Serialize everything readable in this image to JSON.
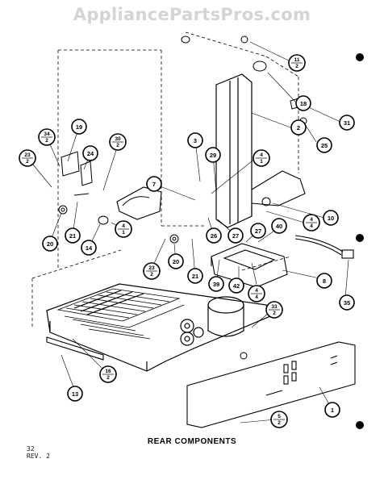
{
  "watermark": "AppliancePartsPros.com",
  "caption": "REAR COMPONENTS",
  "page_number": "32",
  "revision": "REV. 2",
  "callouts": {
    "c1": "1",
    "c2": "2",
    "c3": "3",
    "c7": "7",
    "c8": "8",
    "c10": "10",
    "c13": "13",
    "c14": "14",
    "c18": "18",
    "c19": "19",
    "c20a": "20",
    "c20b": "20",
    "c21a": "21",
    "c21b": "21",
    "c24": "24",
    "c25": "25",
    "c26": "26",
    "c27a": "27",
    "c27b": "27",
    "c29": "29",
    "c31": "31",
    "c35": "35",
    "c39": "39",
    "c40": "40",
    "c42": "42"
  },
  "fraction_callouts": {
    "f11": {
      "num": "11",
      "den": "2"
    },
    "f34": {
      "num": "34",
      "den": "2"
    },
    "f30": {
      "num": "30",
      "den": "2"
    },
    "f23a": {
      "num": "23",
      "den": "2"
    },
    "f23b": {
      "num": "23",
      "den": "2"
    },
    "f4a": {
      "num": "4",
      "den": "1"
    },
    "f4b": {
      "num": "4",
      "den": "1"
    },
    "f4c": {
      "num": "4",
      "den": "4"
    },
    "f4d": {
      "num": "4",
      "den": "4"
    },
    "f33": {
      "num": "33",
      "den": "2"
    },
    "f16": {
      "num": "16",
      "den": "2"
    },
    "f5": {
      "num": "5",
      "den": "2"
    }
  }
}
